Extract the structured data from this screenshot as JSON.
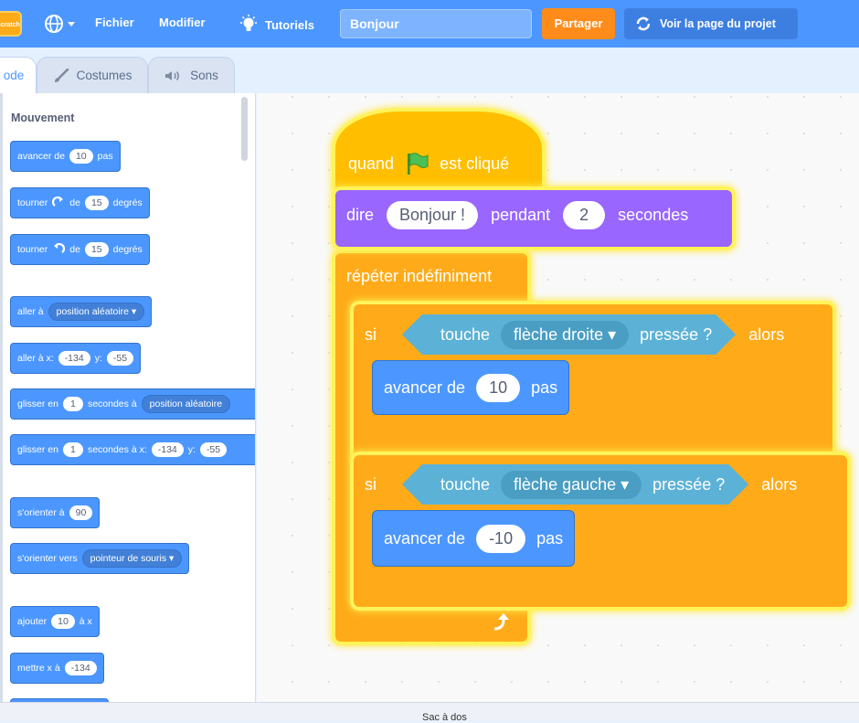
{
  "menubar": {
    "logo": "Scratch",
    "file": "Fichier",
    "edit": "Modifier",
    "tutorials": "Tutoriels",
    "project_title": "Bonjour",
    "share": "Partager",
    "see_project": "Voir la page du projet"
  },
  "tabs": {
    "code": "ode",
    "costumes": "Costumes",
    "sounds": "Sons"
  },
  "palette": {
    "category": "Mouvement",
    "blocks": [
      {
        "parts": [
          "avancer de",
          "10",
          "pas"
        ]
      },
      {
        "parts": [
          "tourner",
          "de",
          "15",
          "degrés"
        ]
      },
      {
        "parts": [
          "tourner",
          "de",
          "15",
          "degrés"
        ]
      },
      {
        "parts": [
          "aller à",
          "position aléatoire ▾"
        ]
      },
      {
        "parts": [
          "aller à x:",
          "-134",
          "y:",
          "-55"
        ]
      },
      {
        "parts": [
          "glisser en",
          "1",
          "secondes à",
          "position aléatoire"
        ]
      },
      {
        "parts": [
          "glisser en",
          "1",
          "secondes à x:",
          "-134",
          "y:",
          "-55"
        ]
      },
      {
        "parts": [
          "s'orienter à",
          "90"
        ]
      },
      {
        "parts": [
          "s'orienter vers",
          "pointeur de souris ▾"
        ]
      },
      {
        "parts": [
          "ajouter",
          "10",
          "à x"
        ]
      },
      {
        "parts": [
          "mettre x à",
          "-134"
        ]
      }
    ]
  },
  "script": {
    "hat": {
      "when": "quand",
      "clicked": "est cliqué"
    },
    "say": {
      "label": "dire",
      "message": "Bonjour !",
      "during": "pendant",
      "seconds_value": "2",
      "seconds": "secondes"
    },
    "forever": "répéter indéfiniment",
    "if1": {
      "if": "si",
      "key": "touche",
      "key_value": "flèche droite ▾",
      "pressed": "pressée ?",
      "then": "alors",
      "move": "avancer de",
      "steps": "10",
      "unit": "pas"
    },
    "if2": {
      "if": "si",
      "key": "touche",
      "key_value": "flèche gauche ▾",
      "pressed": "pressée ?",
      "then": "alors",
      "move": "avancer de",
      "steps": "-10",
      "unit": "pas"
    }
  },
  "status": {
    "text": "Sac à dos"
  },
  "colors": {
    "motion": "#4c97ff",
    "events": "#ffbf00",
    "control": "#ffab19",
    "looks": "#9966ff",
    "sensing": "#5cb1d6",
    "menubar": "#4c97ff",
    "share": "#ff8c1a"
  }
}
